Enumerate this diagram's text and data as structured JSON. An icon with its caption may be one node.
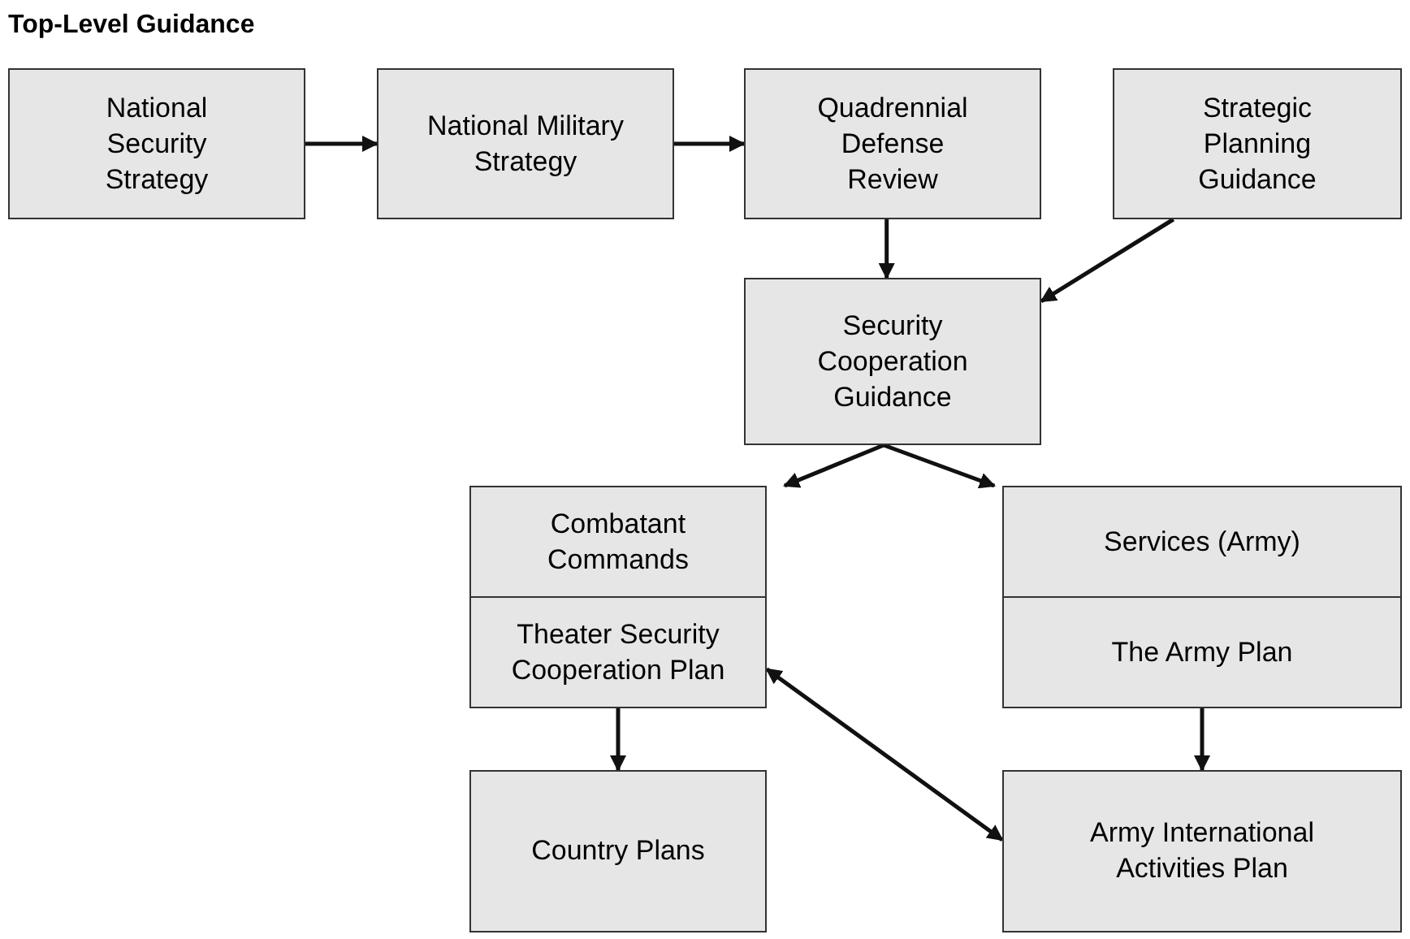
{
  "diagram": {
    "title": "Top-Level Guidance",
    "nodes": [
      {
        "text": [
          "National Security Strategy"
        ]
      },
      {
        "text": [
          "National Military Strategy"
        ]
      },
      {
        "text": [
          "Quadrennial Defense Review"
        ]
      },
      {
        "text": [
          "Strategic Planning Guidance"
        ]
      },
      {
        "text": [
          "Security Cooperation Guidance"
        ]
      },
      {
        "text": [
          "Combatant Commands"
        ]
      },
      {
        "text": [
          "Theater Security Cooperation Plan"
        ]
      },
      {
        "text": [
          "Services (Army)"
        ]
      },
      {
        "text": [
          "The Army Plan"
        ]
      },
      {
        "text": [
          "Country Plans"
        ]
      },
      {
        "text": [
          "Army International Activities Plan"
        ]
      }
    ],
    "edges": [
      {
        "from": 0,
        "to": 1,
        "arrow": "to"
      },
      {
        "from": 1,
        "to": 2,
        "arrow": "to"
      },
      {
        "from": 2,
        "to": 4,
        "arrow": "to"
      },
      {
        "from": 3,
        "to": 4,
        "arrow": "to"
      },
      {
        "from": 4,
        "to": 5,
        "arrow": "to"
      },
      {
        "from": 4,
        "to": 7,
        "arrow": "to"
      },
      {
        "from": 6,
        "to": 9,
        "arrow": "to"
      },
      {
        "from": 8,
        "to": 10,
        "arrow": "to"
      },
      {
        "from": 6,
        "to": 10,
        "arrow": "both"
      }
    ]
  }
}
